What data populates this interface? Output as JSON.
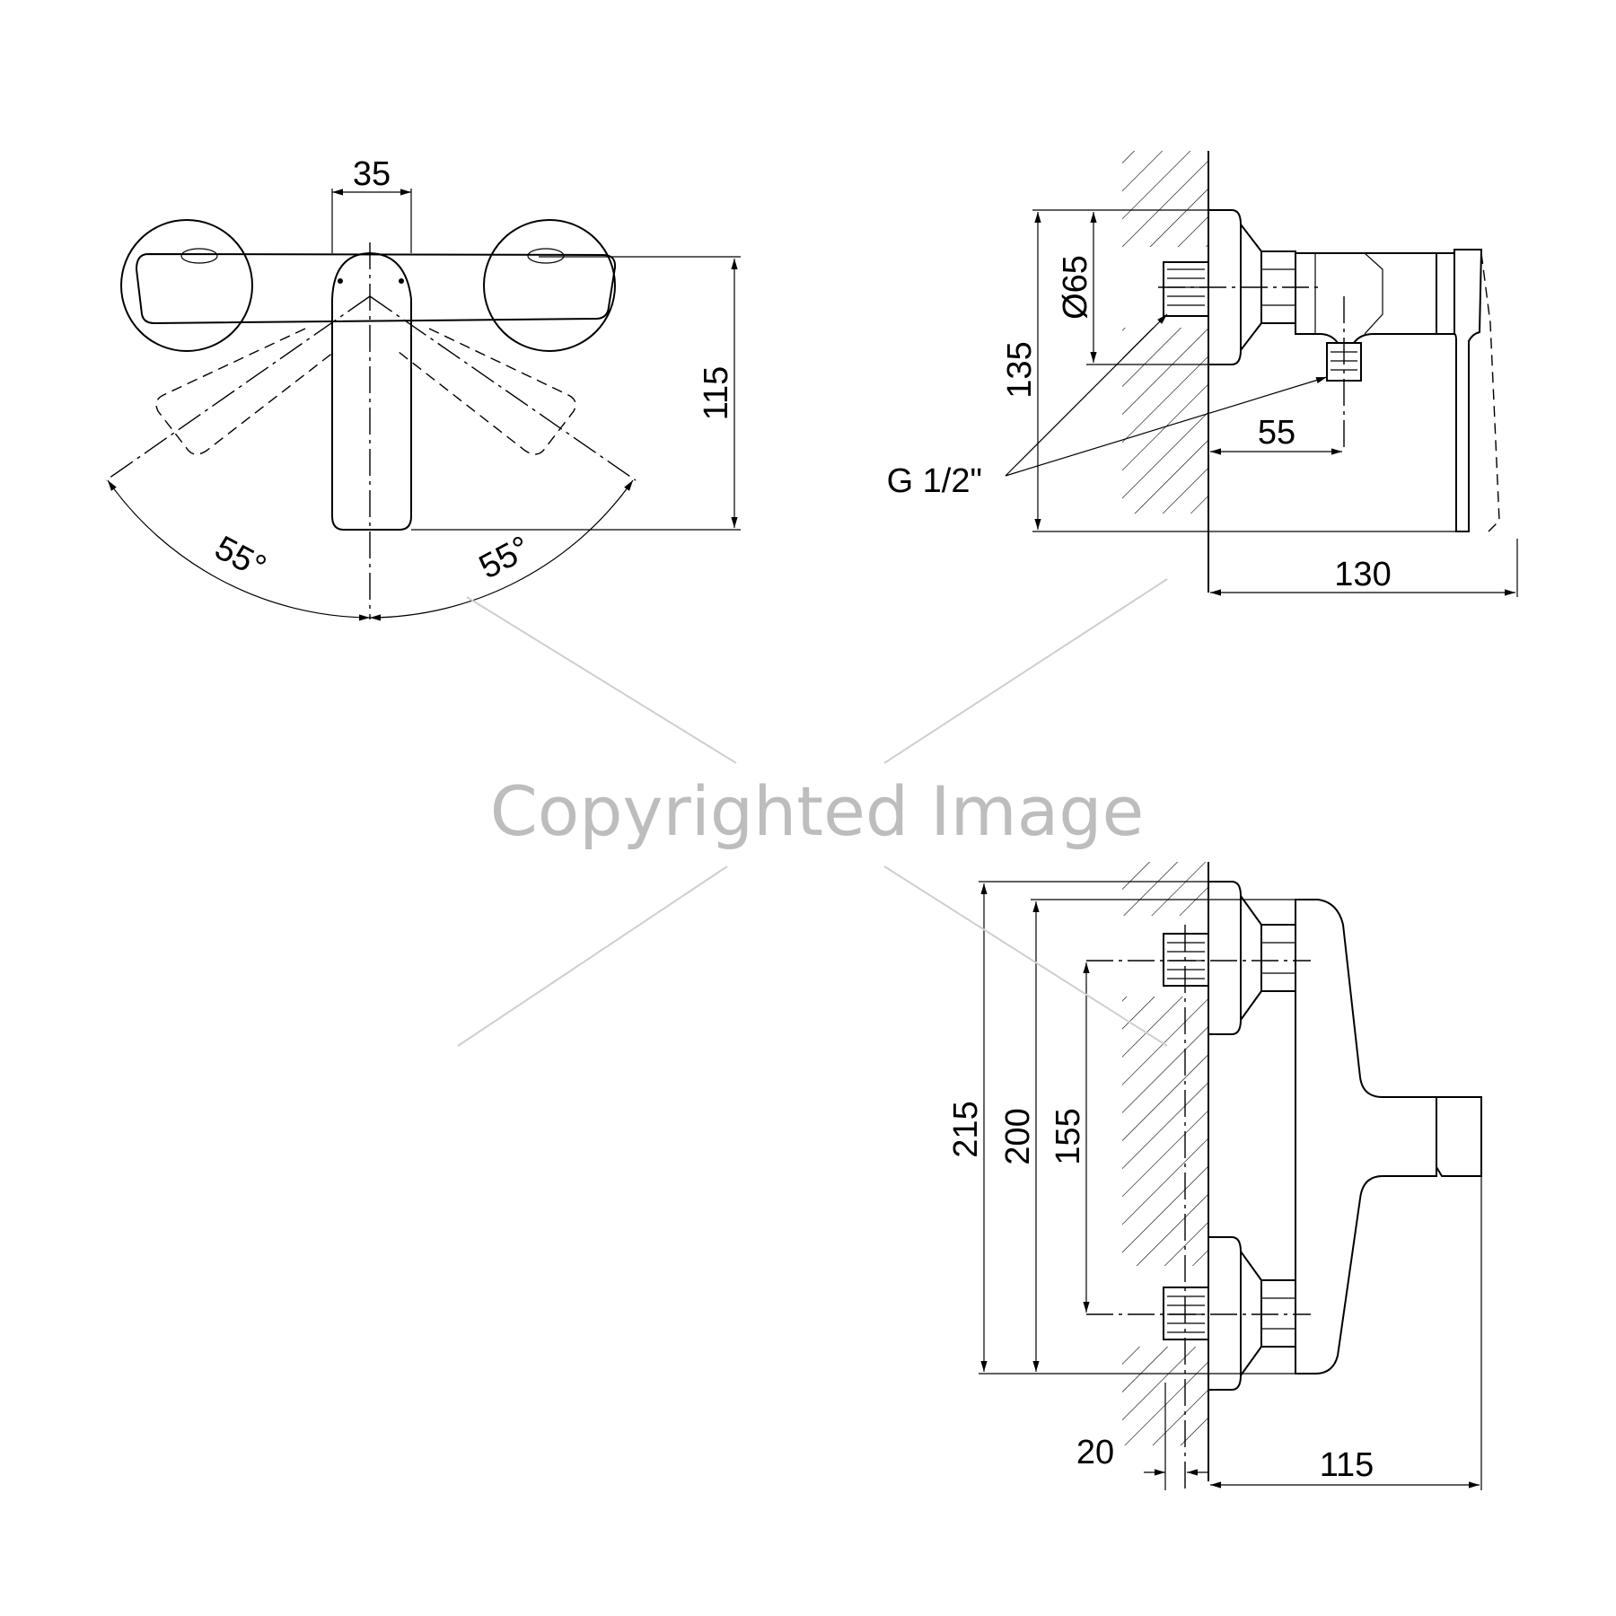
{
  "front_view": {
    "dim_width": "35",
    "dim_height": "115",
    "angle_left": "55°",
    "angle_right": "55°"
  },
  "side_view": {
    "dim_diameter": "Ø65",
    "dim_height": "135",
    "dim_outlet": "55",
    "dim_depth": "130",
    "thread_label": "G 1/2\""
  },
  "top_view": {
    "dim_overall": "215",
    "dim_body": "200",
    "dim_centers": "155",
    "dim_eccentric": "20",
    "dim_projection": "115"
  },
  "watermark": {
    "text": "Copyrighted Image"
  }
}
